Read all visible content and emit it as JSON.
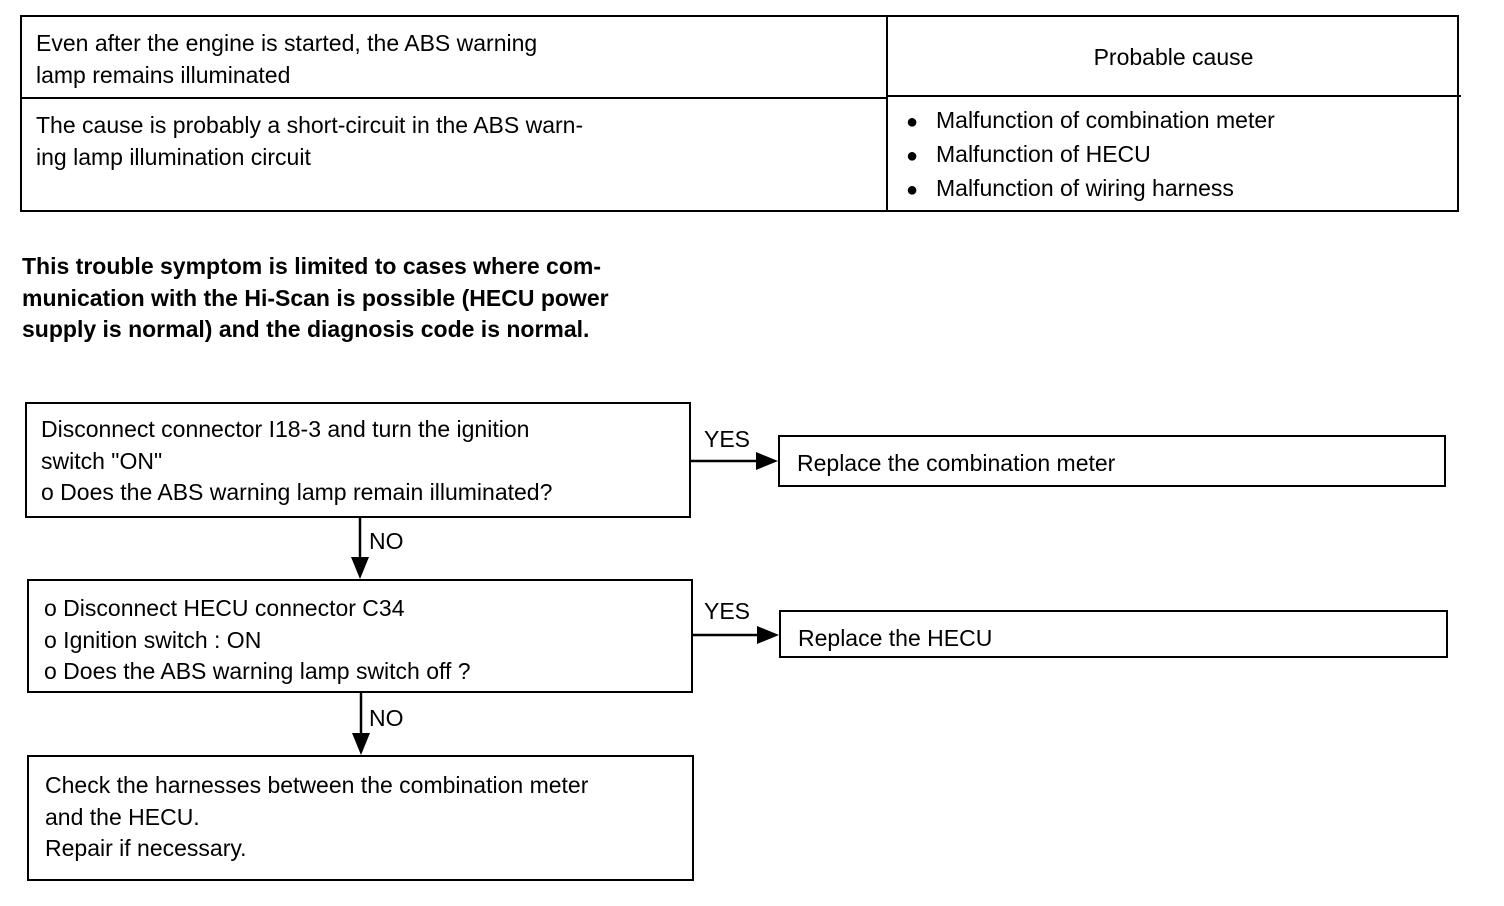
{
  "table": {
    "symptom": "Even after the engine is started, the ABS warning\nlamp remains illuminated",
    "cause_header": "Probable cause",
    "description": "The cause is probably a short-circuit in the ABS warn-\ning lamp illumination circuit",
    "causes": [
      "Malfunction of combination meter",
      "Malfunction of HECU",
      "Malfunction of wiring harness"
    ]
  },
  "note": "This trouble symptom is limited to cases where com-\nmunication with the Hi-Scan is possible (HECU power\nsupply is normal) and the diagnosis code is normal.",
  "flow": {
    "step1": "Disconnect connector I18-3 and turn the ignition\nswitch \"ON\"\no  Does the ABS warning lamp remain illuminated?",
    "step2": "o  Disconnect HECU connector C34\no  Ignition switch : ON\no  Does the ABS warning lamp switch off ?",
    "step3": "Check the harnesses between the combination meter\nand the HECU.\nRepair if necessary.",
    "result1": "Replace the combination meter",
    "result2": "Replace the HECU",
    "yes_label": "YES",
    "no_label": "NO"
  }
}
